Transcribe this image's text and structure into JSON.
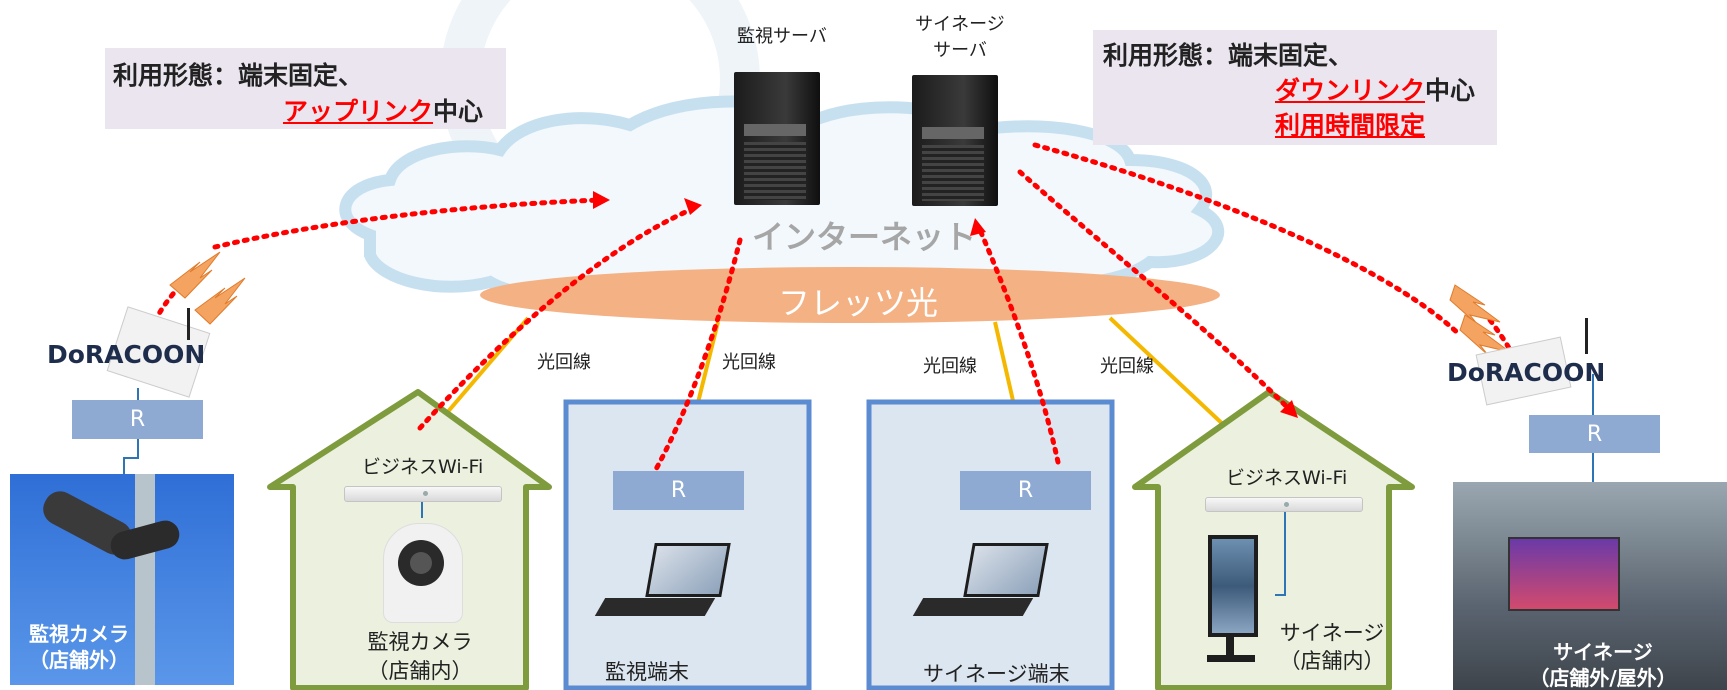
{
  "header_left": {
    "line1": "利用形態：端末固定、",
    "line2_highlight": "アップリンク",
    "line2_rest": "中心"
  },
  "header_right": {
    "line1": "利用形態：端末固定、",
    "line2_highlight": "ダウンリンク",
    "line2_rest": "中心",
    "line3": "利用時間限定"
  },
  "servers": {
    "monitor": "監視サーバ",
    "signage_line1": "サイネージ",
    "signage_line2": "サーバ"
  },
  "cloud_label": "インターネット",
  "flets_label": "フレッツ光",
  "fiber_label": "光回線",
  "router_label": "R",
  "doracoon_logo": "DoRACOON",
  "wifi_label": "ビジネスWi-Fi",
  "devices": {
    "camera_outside_1": "監視カメラ",
    "camera_outside_2": "（店舗外）",
    "camera_inside_1": "監視カメラ",
    "camera_inside_2": "（店舗内）",
    "monitor_terminal": "監視端末",
    "signage_terminal": "サイネージ端末",
    "signage_inside_1": "サイネージ",
    "signage_inside_2": "（店舗内）",
    "signage_outside_1": "サイネージ",
    "signage_outside_2": "（店舗外/屋外）"
  },
  "colors": {
    "arrow_red": "#ff0000",
    "fiber_line": "#f5b800",
    "house_green": "#7e9b3e",
    "office_blue": "#5b8bd0",
    "router_blue": "#8eaad3",
    "flets_orange": "#f4b183"
  }
}
